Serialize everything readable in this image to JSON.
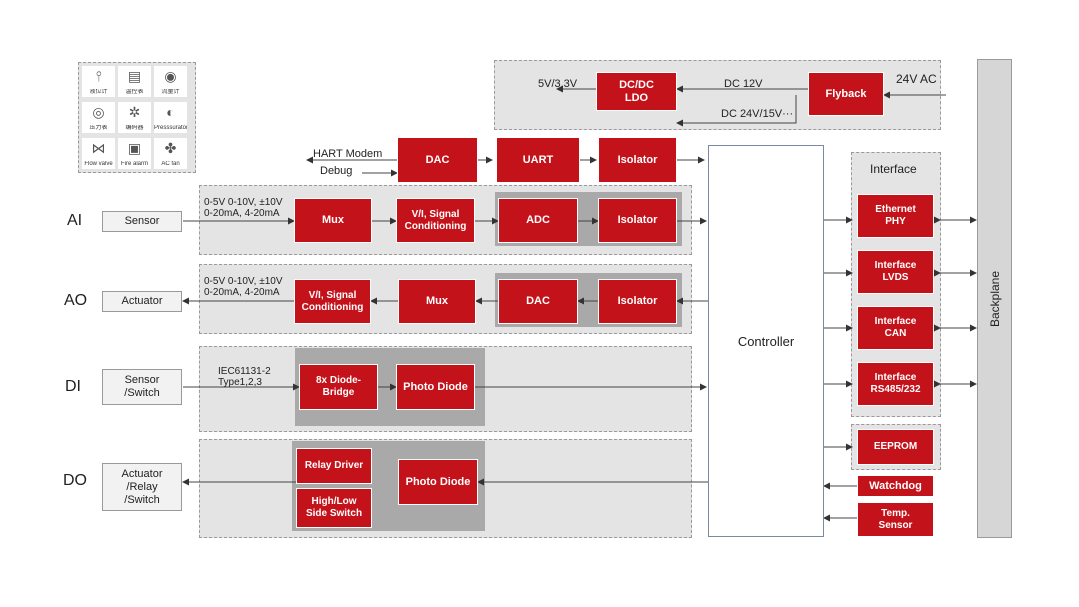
{
  "signals": {
    "ai": "AI",
    "ao": "AO",
    "di": "DI",
    "do": "DO"
  },
  "field": {
    "sensor": "Sensor",
    "actuator": "Actuator",
    "sensor_switch": "Sensor\n/Switch",
    "actuator_relay_switch": "Actuator\n/Relay\n/Switch"
  },
  "ranges": {
    "ai": "0-5V 0-10V, ±10V\n0-20mA, 4-20mA",
    "ao": "0-5V 0-10V, ±10V\n0-20mA, 4-20mA",
    "di": "IEC61131-2\nType1,2,3"
  },
  "blocks": {
    "ai_mux": "Mux",
    "ai_conditioning": "V/I, Signal\nConditioning",
    "ai_adc": "ADC",
    "ai_isolator": "Isolator",
    "ao_conditioning": "V/I, Signal\nConditioning",
    "ao_mux": "Mux",
    "ao_dac": "DAC",
    "ao_isolator": "Isolator",
    "di_bridge": "8x Diode-\nBridge",
    "di_photo": "Photo Diode",
    "do_relay": "Relay Driver",
    "do_switch": "High/Low\nSide Switch",
    "do_photo": "Photo Diode",
    "hart_dac": "DAC",
    "uart": "UART",
    "hart_isolator": "Isolator",
    "dcdc": "DC/DC\nLDO",
    "flyback": "Flyback",
    "eth": "Ethernet\nPHY",
    "lvds": "Interface\nLVDS",
    "can": "Interface\nCAN",
    "rs485": "Interface\nRS485/232",
    "eeprom": "EEPROM",
    "watchdog": "Watchdog",
    "temp": "Temp.\nSensor"
  },
  "labels": {
    "hart_modem": "HART Modem",
    "debug": "Debug",
    "v5": "5V/3.3V",
    "dc12": "DC 12V",
    "dc24": "DC 24V/15V···",
    "ac24": "24V AC",
    "interface": "Interface",
    "controller": "Controller",
    "backplane": "Backplane"
  },
  "devices": [
    {
      "icon": "level-gauge-icon",
      "glyph": "⫯",
      "caption": "液位计"
    },
    {
      "icon": "temperature-controller-icon",
      "glyph": "▤",
      "caption": "温控表"
    },
    {
      "icon": "flow-meter-icon",
      "glyph": "◉",
      "caption": "流量计"
    },
    {
      "icon": "pressure-gauge-icon",
      "glyph": "◎",
      "caption": "压力表"
    },
    {
      "icon": "encoder-icon",
      "glyph": "✲",
      "caption": "编码器"
    },
    {
      "icon": "pressure-sensor-icon",
      "glyph": "◐",
      "caption": "Presssurator"
    },
    {
      "icon": "flow-valve-icon",
      "glyph": "⋈",
      "caption": "Flow valve"
    },
    {
      "icon": "fire-alarm-icon",
      "glyph": "▣",
      "caption": "Fire alarm"
    },
    {
      "icon": "ac-fan-icon",
      "glyph": "✤",
      "caption": "AC fan"
    }
  ]
}
